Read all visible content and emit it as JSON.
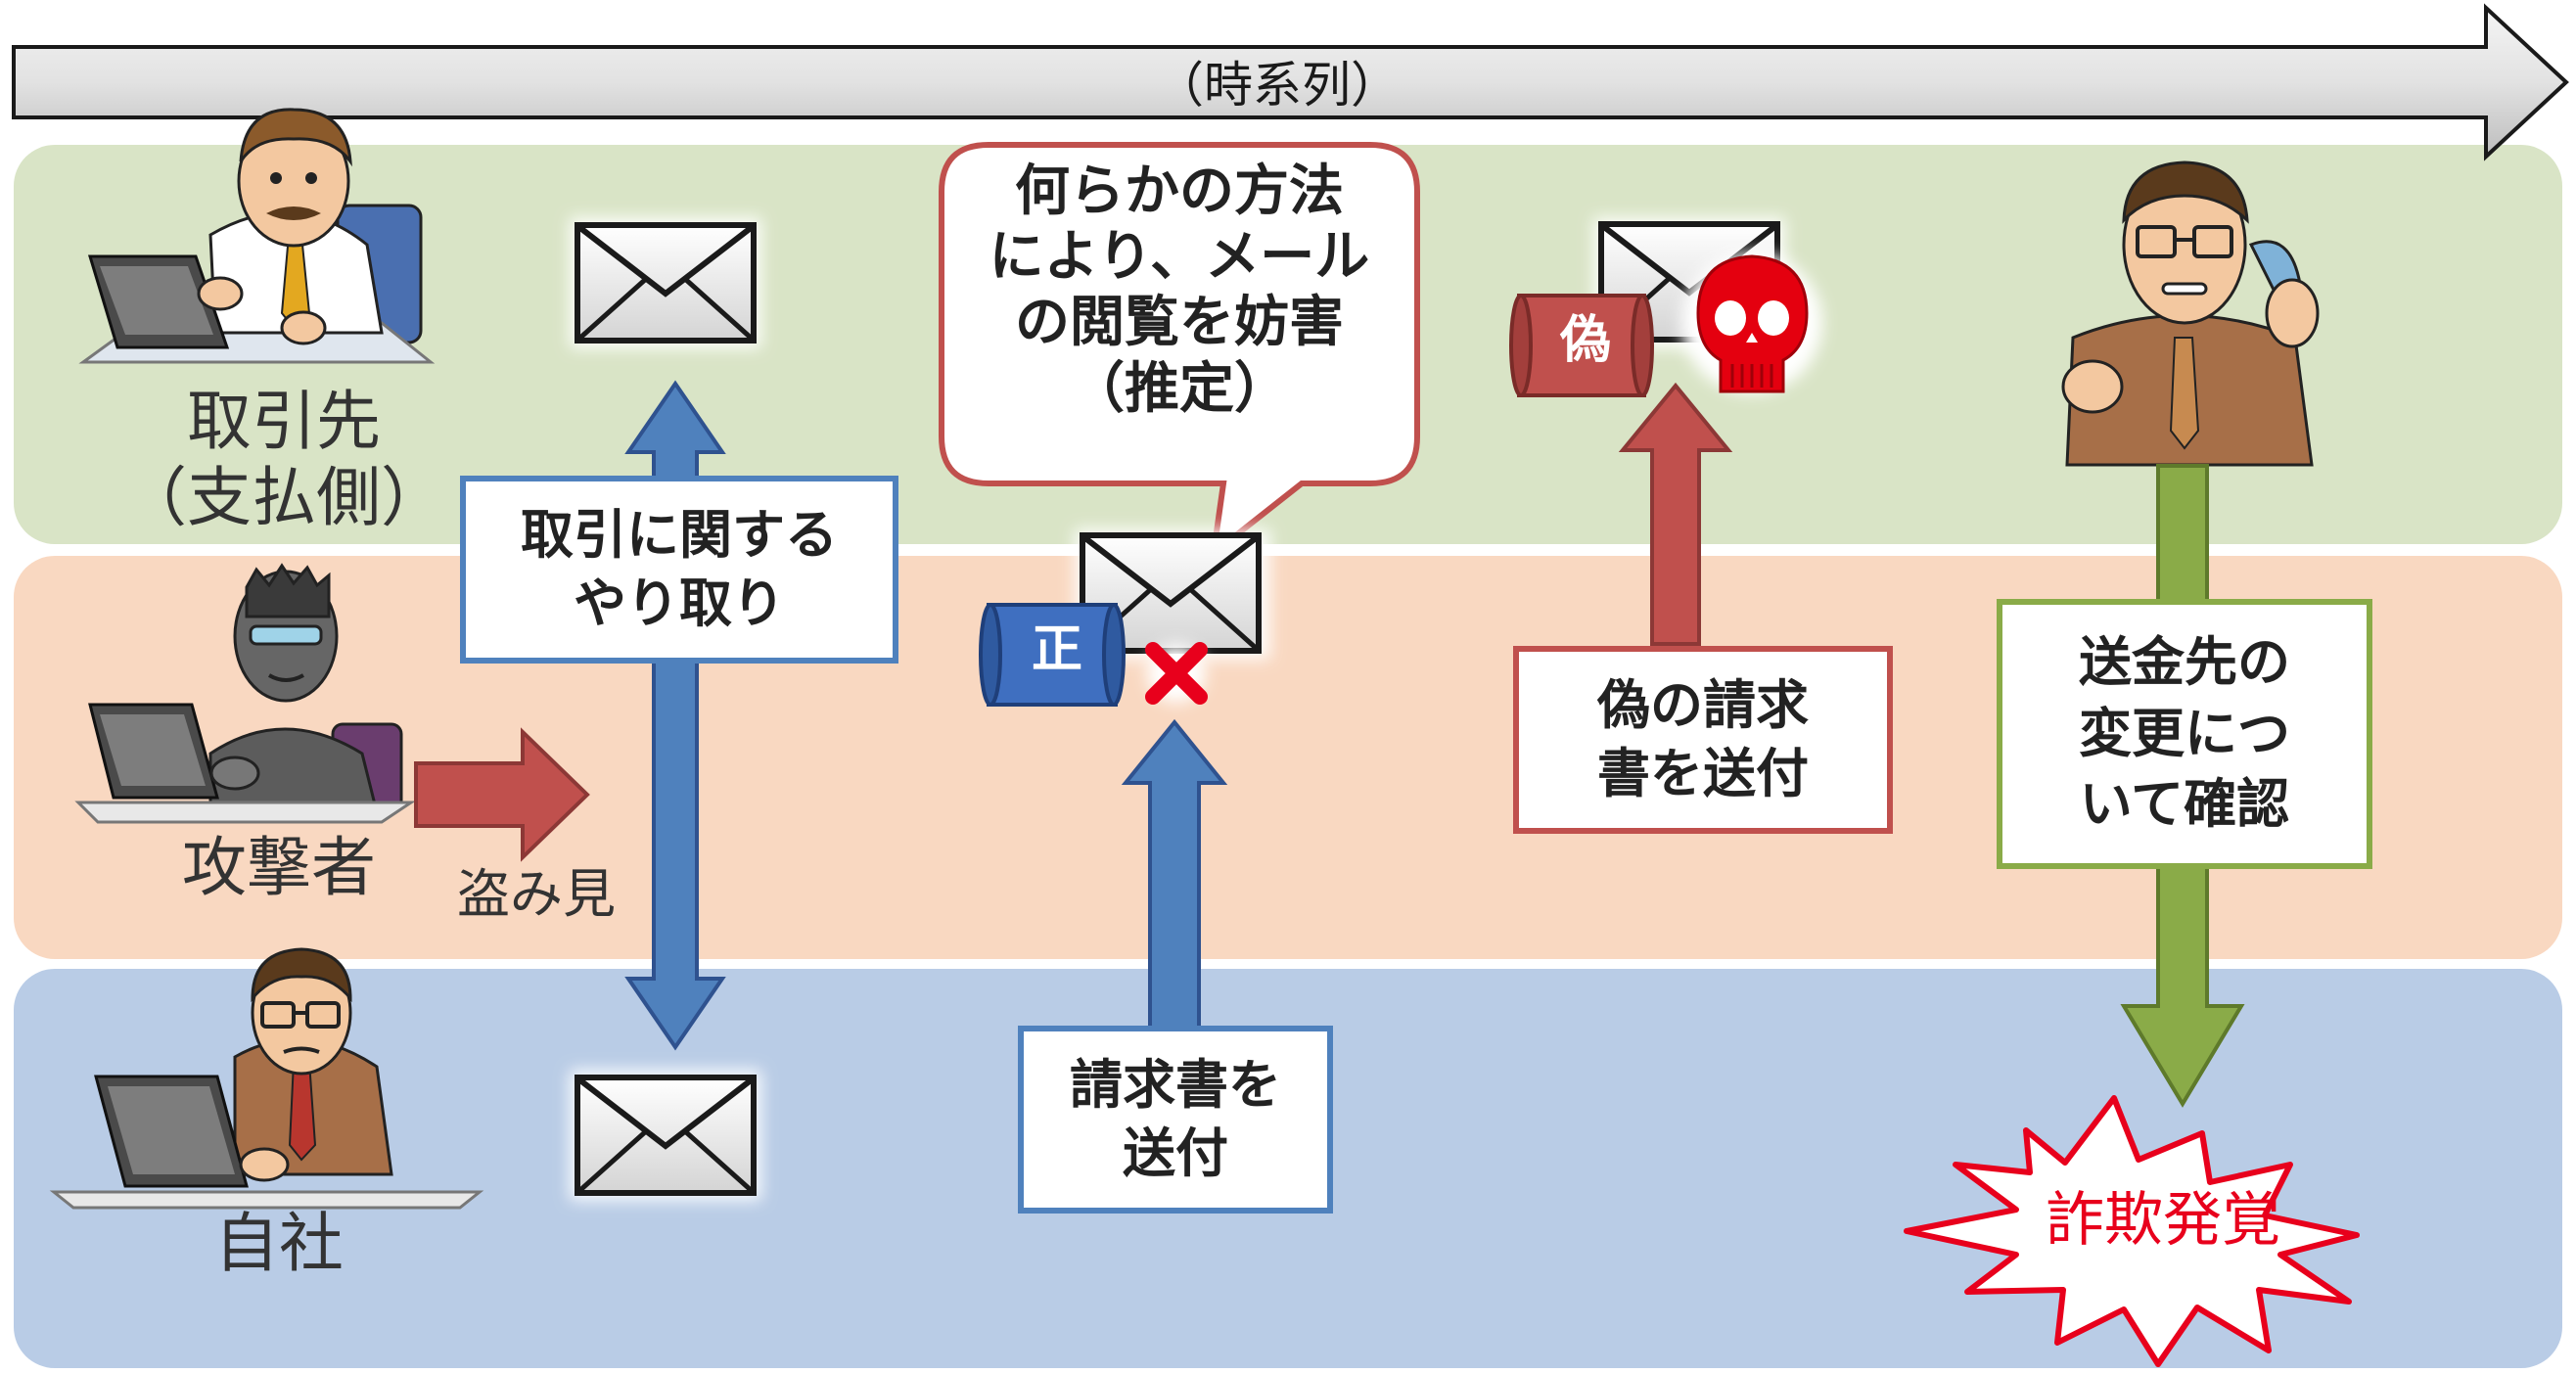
{
  "timeline": {
    "label": "（時系列）"
  },
  "lanes": [
    {
      "id": "partner",
      "label": "取引先\n（支払側）",
      "color": "#d9e4c6"
    },
    {
      "id": "attacker",
      "label": "攻撃者",
      "color": "#f9d8c1"
    },
    {
      "id": "self",
      "label": "自社",
      "color": "#b9cce6"
    }
  ],
  "steps": {
    "exchange": {
      "label": "取引に関する\nやり取り",
      "arrow_color": "#4f81bd"
    },
    "peek": {
      "label": "盗み見",
      "arrow_color": "#c0504d"
    },
    "block": {
      "bubble": "何らかの方法\nにより、メール\nの閲覧を妨害\n（推定）"
    },
    "send_invoice": {
      "label": "請求書を\n送付",
      "arrow_color": "#4f81bd"
    },
    "fake_invoice": {
      "label": "偽の請求\n書を送付",
      "arrow_color": "#c0504d"
    },
    "confirm": {
      "label": "送金先の\n変更につ\nいて確認",
      "arrow_color": "#8aab48"
    },
    "fraud": {
      "label": "詐欺発覚"
    }
  },
  "tags": {
    "genuine": "正",
    "fake": "偽"
  },
  "icons": [
    "envelope-icon",
    "skull-icon",
    "x-mark-icon",
    "scroll-icon",
    "person-icon",
    "laptop-icon"
  ],
  "colors": {
    "red_text": "#e8001c",
    "border_blue": "#4f81bd",
    "border_red": "#c0504d",
    "border_green": "#8aab48"
  }
}
